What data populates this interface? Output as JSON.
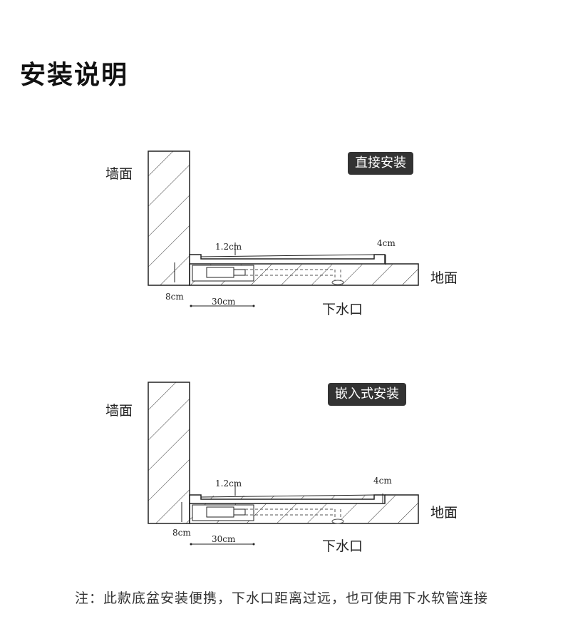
{
  "page": {
    "title": "安装说明"
  },
  "diagrams": [
    {
      "badge": "直接安装",
      "wall_label": "墙面",
      "floor_label": "地面",
      "drain_label": "下水口",
      "dim_thickness": "1.2cm",
      "dim_lip": "4cm",
      "dim_depth": "8cm",
      "dim_width": "30cm"
    },
    {
      "badge": "嵌入式安装",
      "wall_label": "墙面",
      "floor_label": "地面",
      "drain_label": "下水口",
      "dim_thickness": "1.2cm",
      "dim_lip": "4cm",
      "dim_depth": "8cm",
      "dim_width": "30cm"
    }
  ],
  "footnote": "注：此款底盆安装便携，下水口距离过远，也可使用下水软管连接"
}
